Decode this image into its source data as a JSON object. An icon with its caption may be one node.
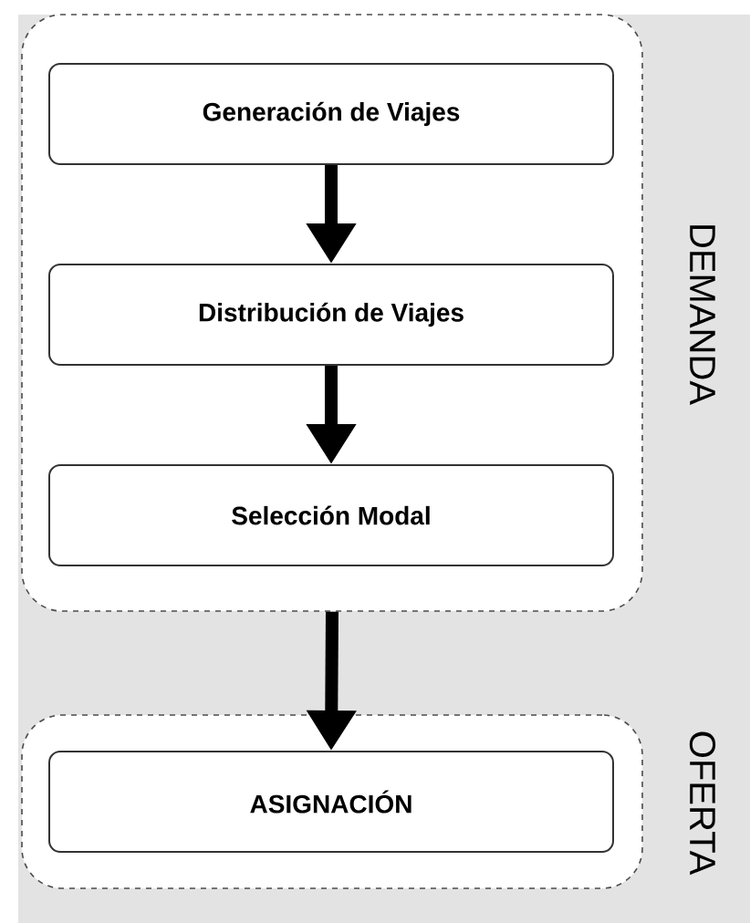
{
  "diagram": {
    "nodes": [
      {
        "text": [
          "DEMANDA"
        ]
      },
      {
        "text": [
          "Generación de Viajes"
        ],
        "in": 0
      },
      {
        "text": [
          "Distribución de Viajes"
        ],
        "in": 0
      },
      {
        "text": [
          "Selección Modal"
        ],
        "in": 0
      },
      {
        "text": [
          "OFERTA"
        ]
      },
      {
        "text": [
          "ASIGNACIÓN"
        ],
        "in": 4
      }
    ],
    "edges": [
      {
        "from": 1,
        "to": 2,
        "arrow": "to"
      },
      {
        "from": 2,
        "to": 3,
        "arrow": "to"
      },
      {
        "from": 0,
        "to": 5,
        "arrow": "to"
      }
    ]
  }
}
